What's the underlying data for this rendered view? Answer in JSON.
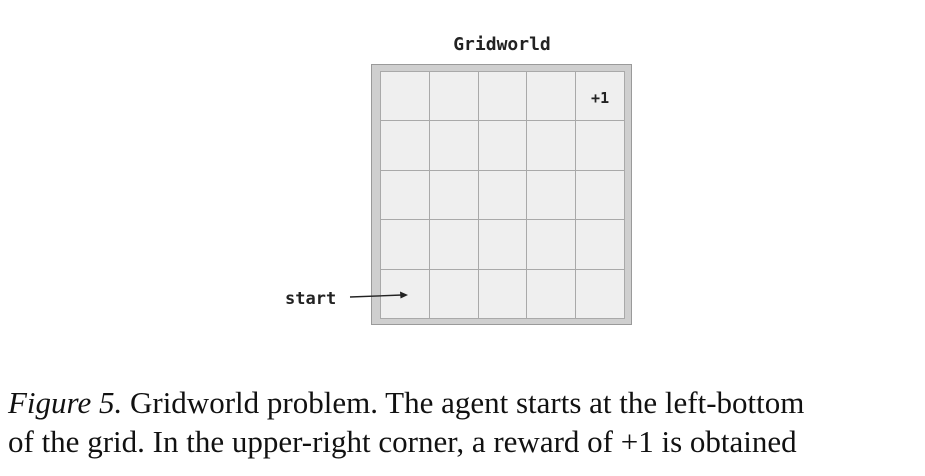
{
  "diagram": {
    "title": "Gridworld",
    "grid": {
      "rows": 5,
      "cols": 5,
      "reward_cell": {
        "row": 0,
        "col": 4,
        "label": "+1"
      },
      "start_cell": {
        "row": 4,
        "col": 0
      }
    },
    "start_label": "start",
    "colors": {
      "cell_fill": "#efefef",
      "frame_fill": "#cfcfcf",
      "grid_line": "#a9a9a9",
      "text": "#222222"
    }
  },
  "caption": {
    "figure_label": "Figure 5.",
    "line1_text": " Gridworld problem.  The agent starts at the left-bottom",
    "line2_text": "of the grid. In the upper-right corner, a reward of +1 is obtained"
  }
}
